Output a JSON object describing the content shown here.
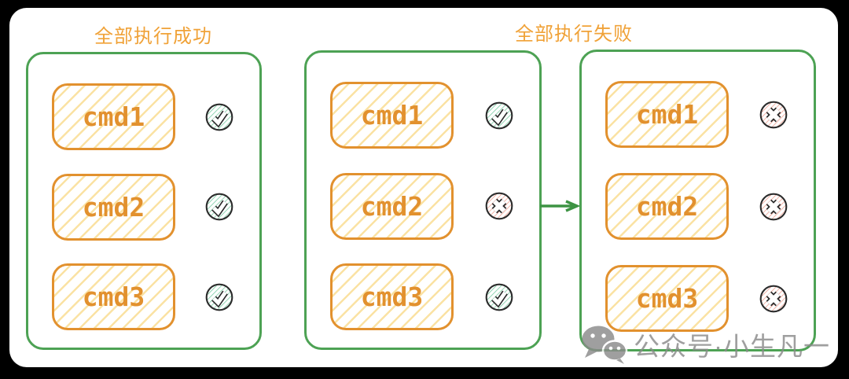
{
  "page": {
    "background_color": "#000000",
    "card_color": "#ffffff"
  },
  "colors": {
    "orange_accent": "#E2912E",
    "orange_title": "#F0A238",
    "hatch_yellow": "#F7CB58",
    "green_border": "#4DA254",
    "arrow_green": "#3D9343",
    "icon_outline": "#2B2B2B",
    "check_hatch": "#7FCFA8",
    "cross_hatch": "#F0A193",
    "watermark_gray": "#8A8A8A"
  },
  "titles": {
    "left": "全部执行成功",
    "right": "全部执行失败"
  },
  "panels": [
    {
      "name": "all-success",
      "rows": [
        {
          "label": "cmd1",
          "status": "success"
        },
        {
          "label": "cmd2",
          "status": "success"
        },
        {
          "label": "cmd3",
          "status": "success"
        }
      ]
    },
    {
      "name": "one-failed",
      "rows": [
        {
          "label": "cmd1",
          "status": "success"
        },
        {
          "label": "cmd2",
          "status": "failure"
        },
        {
          "label": "cmd3",
          "status": "success"
        }
      ]
    },
    {
      "name": "all-failure",
      "rows": [
        {
          "label": "cmd1",
          "status": "failure"
        },
        {
          "label": "cmd2",
          "status": "failure"
        },
        {
          "label": "cmd3",
          "status": "failure"
        }
      ]
    }
  ],
  "arrow": {
    "from": "one-failed",
    "to": "all-failure"
  },
  "watermark": {
    "icon": "wechat-icon",
    "text": "公众号·小生凡一"
  }
}
